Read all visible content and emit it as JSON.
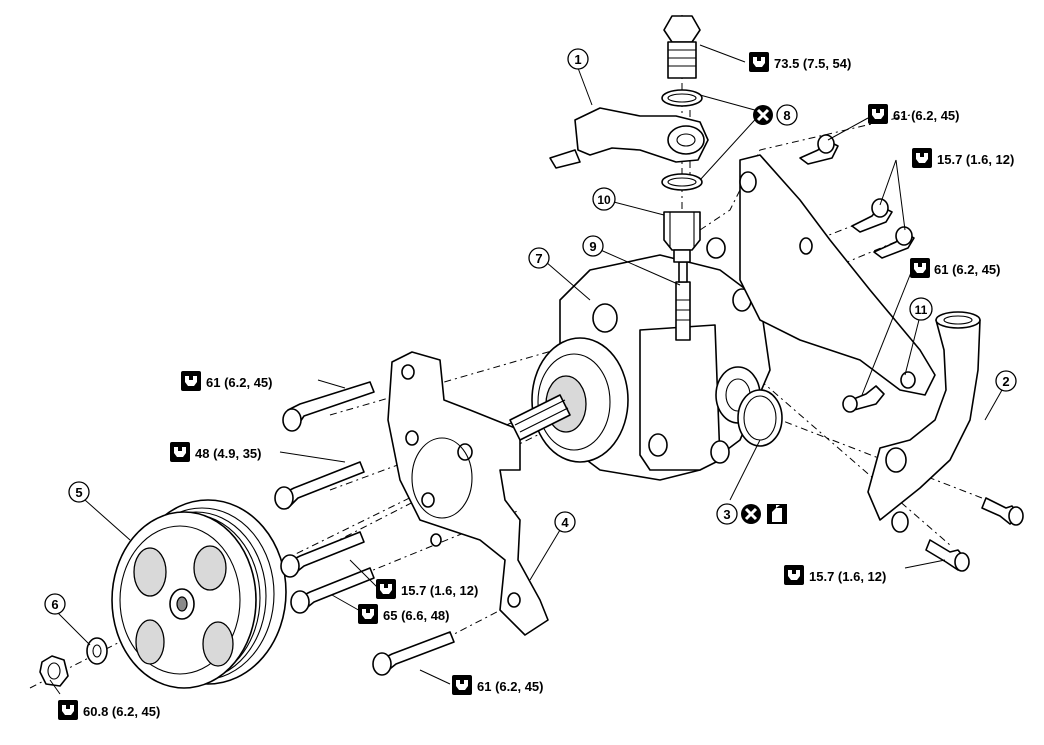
{
  "callouts": {
    "c1": "1",
    "c2": "2",
    "c3": "3",
    "c4": "4",
    "c5": "5",
    "c6": "6",
    "c7": "7",
    "c8": "8",
    "c9": "9",
    "c10": "10",
    "c11": "11"
  },
  "torques": {
    "t_fitting": "73.5 (7.5, 54)",
    "t_bracket_top": "61 (6.2, 45)",
    "t_small_bolts": "15.7 (1.6, 12)",
    "t_bracket_lower": "61 (6.2, 45)",
    "t_left_bolt": "61 (6.2, 45)",
    "t_mid_bolt": "48 (4.9, 35)",
    "t_lower_1": "15.7 (1.6, 12)",
    "t_lower_2": "65 (6.6, 48)",
    "t_bottom": "61 (6.2, 45)",
    "t_pipe": "15.7 (1.6, 12)",
    "t_nut": "60.8 (6.2, 45)"
  },
  "symbols": {
    "torque_icon": "torque-wrench-icon",
    "replace_icon": "do-not-reuse-icon",
    "fluid_icon": "apply-fluid-icon"
  }
}
